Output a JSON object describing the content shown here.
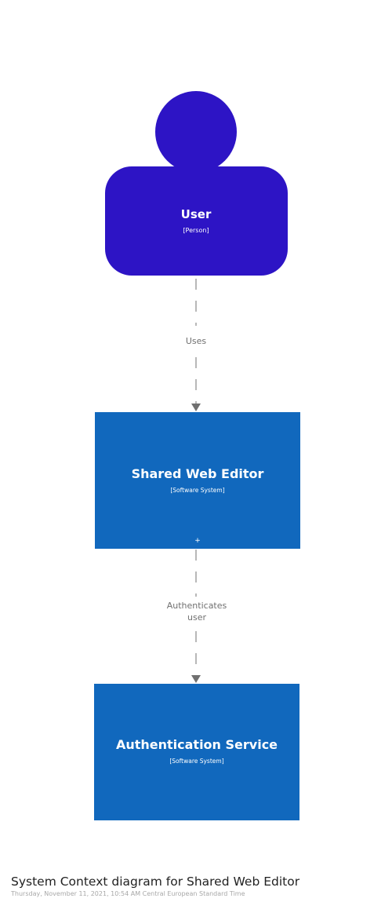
{
  "diagram": {
    "nodes": {
      "user": {
        "name": "User",
        "type": "[Person]",
        "color": "#2d14c5"
      },
      "editor": {
        "name": "Shared Web Editor",
        "type": "[Software System]",
        "color": "#1168bd"
      },
      "auth": {
        "name": "Authentication Service",
        "type": "[Software System]",
        "color": "#1168bd"
      }
    },
    "edges": {
      "uses": {
        "label": "Uses",
        "color": "#707070"
      },
      "authenticates": {
        "label_line1": "Authenticates",
        "label_line2": "user",
        "color": "#707070"
      }
    },
    "editor_marker": "+"
  },
  "footer": {
    "title": "System Context diagram for Shared Web Editor",
    "subtitle": "Thursday, November 11, 2021, 10:54 AM Central European Standard Time"
  }
}
